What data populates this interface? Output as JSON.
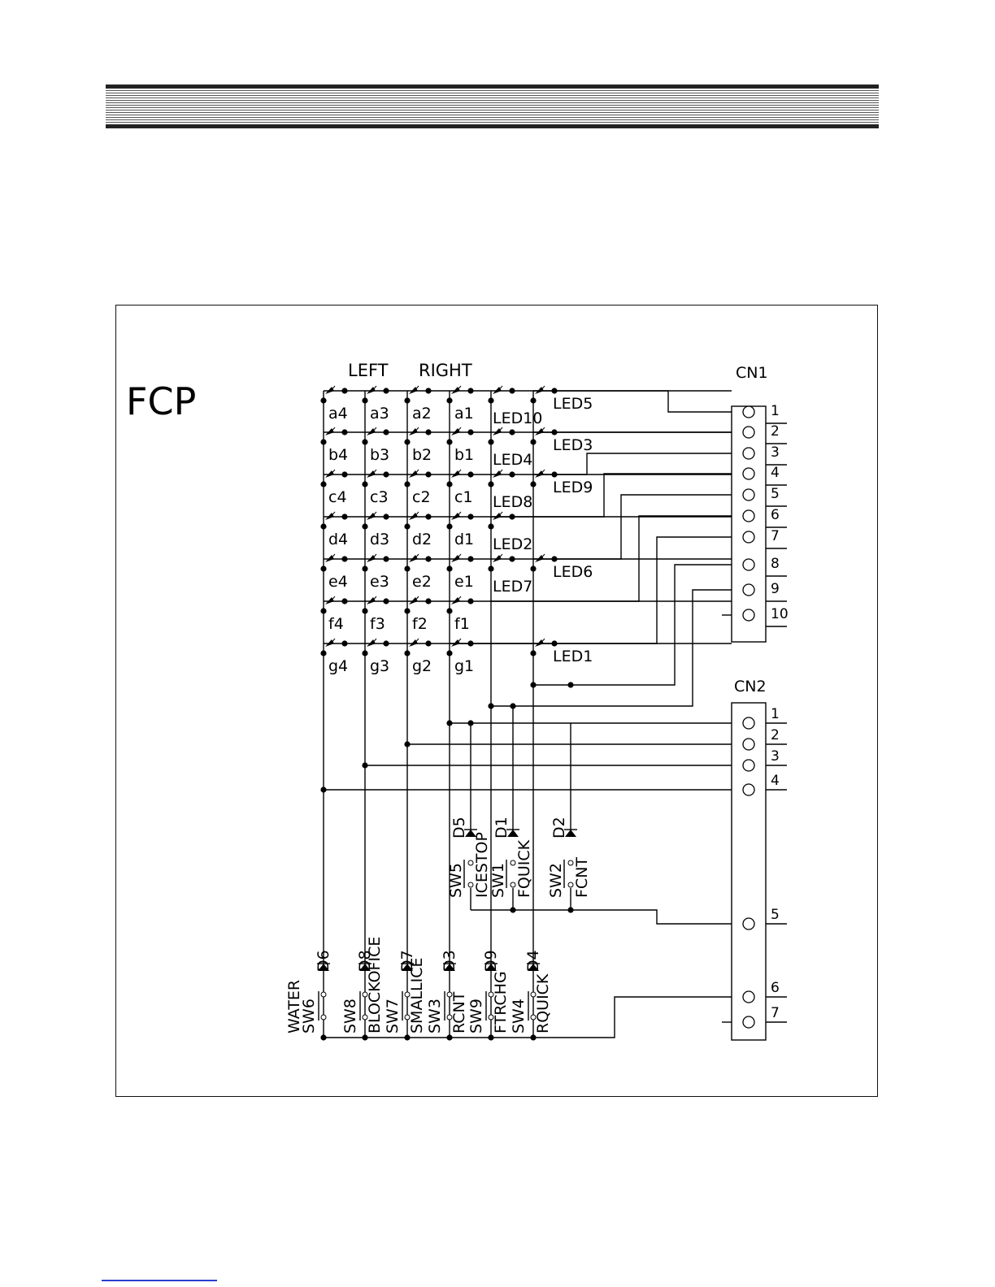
{
  "title": "FCP",
  "header_labels": [
    "LEFT",
    "RIGHT"
  ],
  "connectors": [
    {
      "name": "CN1",
      "pins": [
        "1",
        "2",
        "3",
        "4",
        "5",
        "6",
        "7",
        "8",
        "9",
        "10"
      ]
    },
    {
      "name": "CN2",
      "pins": [
        "1",
        "2",
        "3",
        "4",
        "5",
        "6",
        "7"
      ]
    }
  ],
  "led_rows": [
    [
      "a4",
      "a3",
      "a2",
      "a1",
      "LED10",
      "LED5"
    ],
    [
      "b4",
      "b3",
      "b2",
      "b1",
      "LED4",
      "LED3"
    ],
    [
      "c4",
      "c3",
      "c2",
      "c1",
      "LED8",
      "LED9"
    ],
    [
      "d4",
      "d3",
      "d2",
      "d1",
      "LED2",
      ""
    ],
    [
      "e4",
      "e3",
      "e2",
      "e1",
      "LED7",
      "LED6"
    ],
    [
      "f4",
      "f3",
      "f2",
      "f1",
      "",
      ""
    ],
    [
      "g4",
      "g3",
      "g2",
      "g1",
      "",
      "LED1"
    ]
  ],
  "top_switches": [
    {
      "sw": "SW5",
      "name": "ICESTOP",
      "diode": "D5"
    },
    {
      "sw": "SW1",
      "name": "FQUICK",
      "diode": "D1"
    },
    {
      "sw": "SW2",
      "name": "FCNT",
      "diode": "D2"
    }
  ],
  "bottom_switches": [
    {
      "sw": "SW6",
      "name": "WATER",
      "diode": "D6"
    },
    {
      "sw": "SW8",
      "name": "BLOCKOFICE",
      "diode": "D8"
    },
    {
      "sw": "SW7",
      "name": "SMALLICE",
      "diode": "D7"
    },
    {
      "sw": "SW3",
      "name": "RCNT",
      "diode": "D3"
    },
    {
      "sw": "SW9",
      "name": "FTRCHG",
      "diode": "D9"
    },
    {
      "sw": "SW4",
      "name": "RQUICK",
      "diode": "D4"
    }
  ]
}
